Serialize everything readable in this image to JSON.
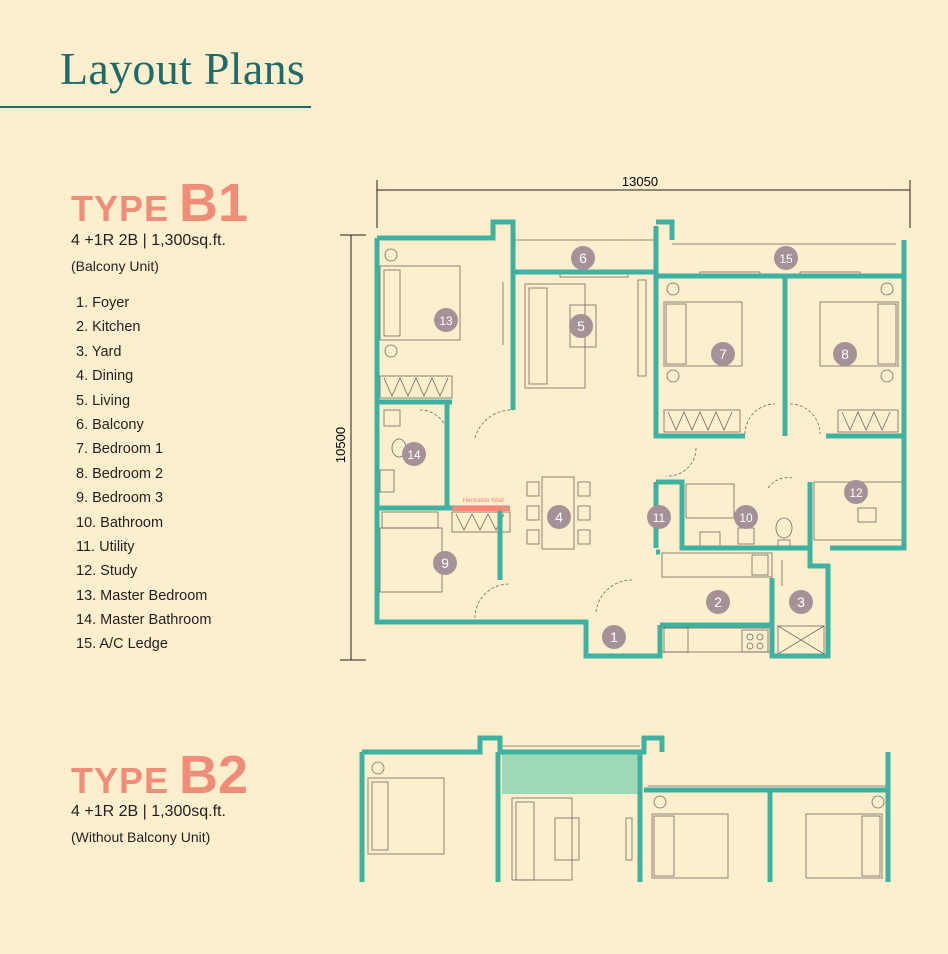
{
  "page": {
    "title": "Layout Plans"
  },
  "colors": {
    "wall": "#3fb1a0",
    "accent": "#ef8d78",
    "title": "#1f6a6a",
    "marker": "#a69198",
    "background": "#fdefcd",
    "feature": "#9ed8b6"
  },
  "type_b1": {
    "label_word": "TYPE",
    "label_code": "B1",
    "spec": "4 +1R 2B | 1,300sq.ft.",
    "subtitle": "(Balcony Unit)",
    "legend": [
      "1. Foyer",
      "2. Kitchen",
      "3. Yard",
      "4. Dining",
      "5. Living",
      "6. Balcony",
      "7. Bedroom 1",
      "8. Bedroom 2",
      "9. Bedroom 3",
      "10. Bathroom",
      "11. Utility",
      "12. Study",
      "13. Master Bedroom",
      "14. Master Bathroom",
      "15. A/C Ledge"
    ],
    "dimensions": {
      "width": "13050",
      "depth": "10500"
    },
    "hackable_wall_label": "Hackable Wall",
    "room_markers": [
      "1",
      "2",
      "3",
      "4",
      "5",
      "6",
      "7",
      "8",
      "9",
      "10",
      "11",
      "12",
      "13",
      "14",
      "15"
    ]
  },
  "type_b2": {
    "label_word": "TYPE",
    "label_code": "B2",
    "spec": "4 +1R 2B | 1,300sq.ft.",
    "subtitle": "(Without Balcony Unit)"
  }
}
